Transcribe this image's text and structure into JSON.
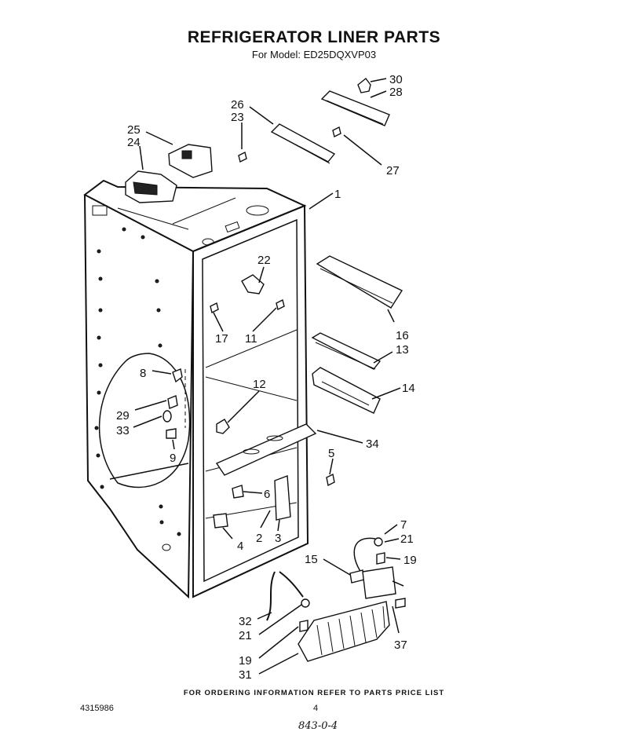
{
  "header": {
    "title": "REFRIGERATOR LINER PARTS",
    "subtitle": "For Model: ED25DQXVP03"
  },
  "callouts": [
    "30",
    "28",
    "26",
    "23",
    "25",
    "24",
    "27",
    "1",
    "22",
    "16",
    "17",
    "11",
    "13",
    "8",
    "12",
    "14",
    "29",
    "33",
    "34",
    "9",
    "5",
    "6",
    "2",
    "3",
    "4",
    "7",
    "21",
    "15",
    "19",
    "32",
    "21",
    "37",
    "19",
    "31"
  ],
  "footer": {
    "note": "FOR ORDERING INFORMATION REFER TO PARTS PRICE LIST",
    "doc_number": "4315986",
    "page_number": "4",
    "handwritten": "843-0-4"
  }
}
